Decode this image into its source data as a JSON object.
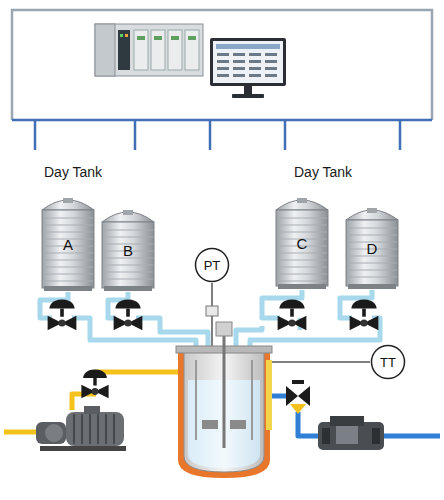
{
  "diagram": {
    "nodes": [
      {
        "text": [
          "A"
        ]
      },
      {
        "text": [
          "B"
        ]
      },
      {
        "text": [
          "C"
        ]
      },
      {
        "text": [
          "D"
        ]
      },
      {
        "text": [
          "PT"
        ]
      },
      {
        "text": [
          "TT"
        ]
      }
    ],
    "labels": [
      "Day Tank",
      "Day Tank"
    ]
  }
}
